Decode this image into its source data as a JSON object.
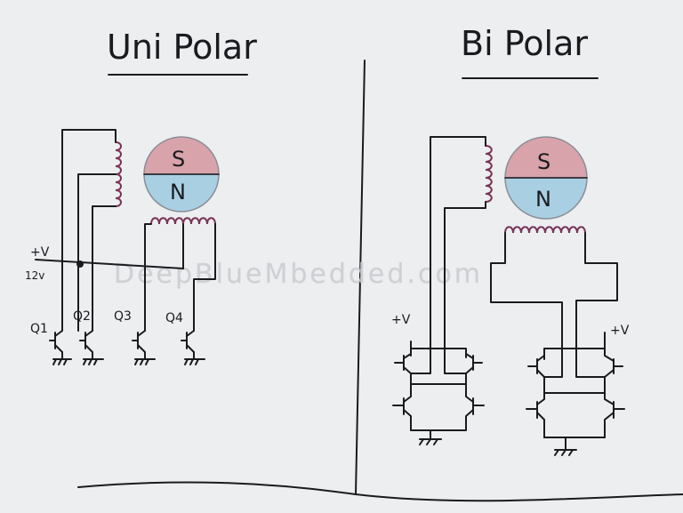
{
  "left_panel": {
    "title": "Uni Polar",
    "rotor_top": "S",
    "rotor_bottom": "N",
    "supply_label": "+V",
    "supply_voltage": "12v",
    "transistors": [
      "Q1",
      "Q2",
      "Q3",
      "Q4"
    ]
  },
  "right_panel": {
    "title": "Bi Polar",
    "rotor_top": "S",
    "rotor_bottom": "N",
    "bridge_left_supply": "+V",
    "bridge_right_supply": "+V"
  },
  "watermark": "DeepBlueMbedded.com",
  "colors": {
    "ink": "#1b1b1f",
    "south_pole": "#d9a3ab",
    "north_pole": "#a9cfe3",
    "coil": "#7a3355",
    "paper": "#eceef0"
  }
}
